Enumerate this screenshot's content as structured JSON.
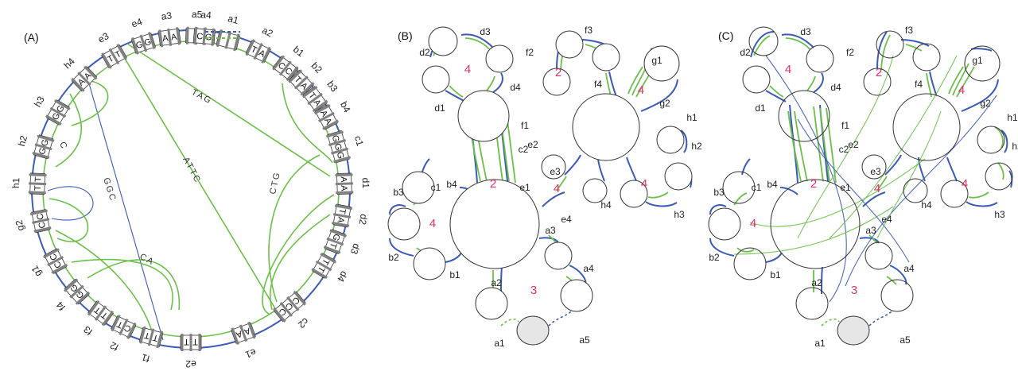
{
  "panels": {
    "A": {
      "title": "(A)"
    },
    "B": {
      "title": "(B)"
    },
    "C": {
      "title": "(C)"
    }
  },
  "colors": {
    "blue": "#3b5bb5",
    "green": "#6cc04a",
    "loop_number": "#e0336d",
    "stem_bar": "#808080",
    "hairpin_fill": "#e6e6e6"
  },
  "circle_panel": {
    "sites": [
      {
        "id": "a5",
        "bases": ""
      },
      {
        "id": "a1",
        "bases": ""
      },
      {
        "id": "a2",
        "bases": "TA"
      },
      {
        "id": "b1",
        "bases": "CC"
      },
      {
        "id": "b2",
        "bases": "TA"
      },
      {
        "id": "b3",
        "bases": "TA"
      },
      {
        "id": "b4",
        "bases": "AA"
      },
      {
        "id": "c1",
        "bases": "GGG"
      },
      {
        "id": "d1",
        "bases": "AA"
      },
      {
        "id": "d2",
        "bases": "TA"
      },
      {
        "id": "d3",
        "bases": "GT"
      },
      {
        "id": "d4",
        "bases": "TT"
      },
      {
        "id": "c2",
        "bases": "CCC"
      },
      {
        "id": "e1",
        "bases": "AA"
      },
      {
        "id": "e2",
        "bases": "TT"
      },
      {
        "id": "f1",
        "bases": "TT"
      },
      {
        "id": "f2",
        "bases": "CT"
      },
      {
        "id": "f3",
        "bases": "TT"
      },
      {
        "id": "f4",
        "bases": "GG"
      },
      {
        "id": "g1",
        "bases": "CC"
      },
      {
        "id": "g2",
        "bases": "CC"
      },
      {
        "id": "h1",
        "bases": "TT"
      },
      {
        "id": "h2",
        "bases": "GG"
      },
      {
        "id": "h3",
        "bases": "GG"
      },
      {
        "id": "h4",
        "bases": "AA"
      },
      {
        "id": "e3",
        "bases": "TT"
      },
      {
        "id": "e4",
        "bases": "GG"
      },
      {
        "id": "a3",
        "bases": "AA"
      },
      {
        "id": "a4",
        "bases": "CG"
      }
    ],
    "sequence_labels": [
      "TAG",
      "ATTC",
      "CTG",
      "GGC",
      "C",
      "CA"
    ]
  },
  "graph_panel": {
    "loop_numbers": [
      "4",
      "2",
      "4",
      "2",
      "4",
      "4",
      "4",
      "3"
    ],
    "labels": [
      "d3",
      "d2",
      "d4",
      "d1",
      "f3",
      "f2",
      "f4",
      "g1",
      "g2",
      "f1",
      "h1",
      "h2",
      "c2",
      "c1",
      "e2",
      "e1",
      "e3",
      "b3",
      "b4",
      "h4",
      "h3",
      "e4",
      "a3",
      "b2",
      "b1",
      "a4",
      "a2",
      "a1",
      "a5"
    ]
  }
}
